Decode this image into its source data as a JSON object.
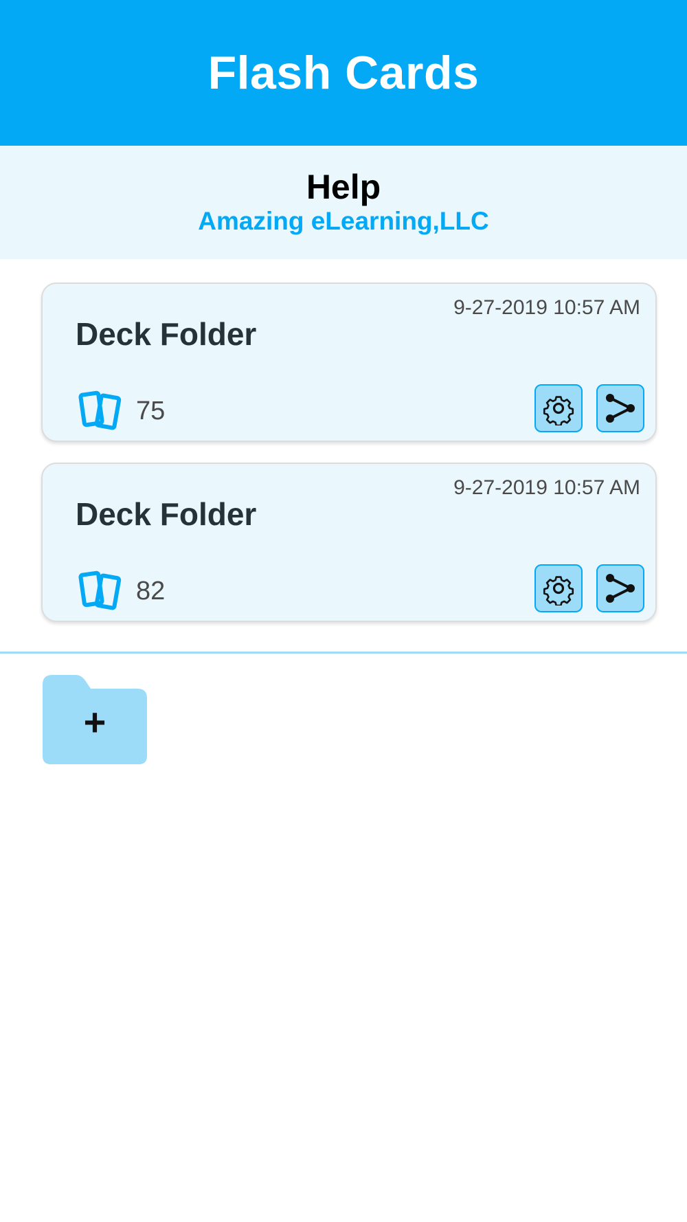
{
  "header": {
    "title": "Flash Cards"
  },
  "subheader": {
    "help_label": "Help",
    "company": "Amazing eLearning,LLC"
  },
  "decks": [
    {
      "title": "Deck Folder",
      "timestamp": "9-27-2019 10:57 AM",
      "card_count": "75"
    },
    {
      "title": "Deck Folder",
      "timestamp": "9-27-2019 10:57 AM",
      "card_count": "82"
    }
  ],
  "actions": {
    "add_folder_label": "+"
  },
  "icons": {
    "cards": "cards-icon",
    "settings": "gear-icon",
    "share": "share-icon",
    "add_folder": "folder-add-icon"
  },
  "colors": {
    "primary": "#03a9f4",
    "light_bg": "#eaf7fd",
    "button_fill": "#9cdcf9",
    "title_text": "#263238",
    "muted_text": "#4a4a4a"
  }
}
